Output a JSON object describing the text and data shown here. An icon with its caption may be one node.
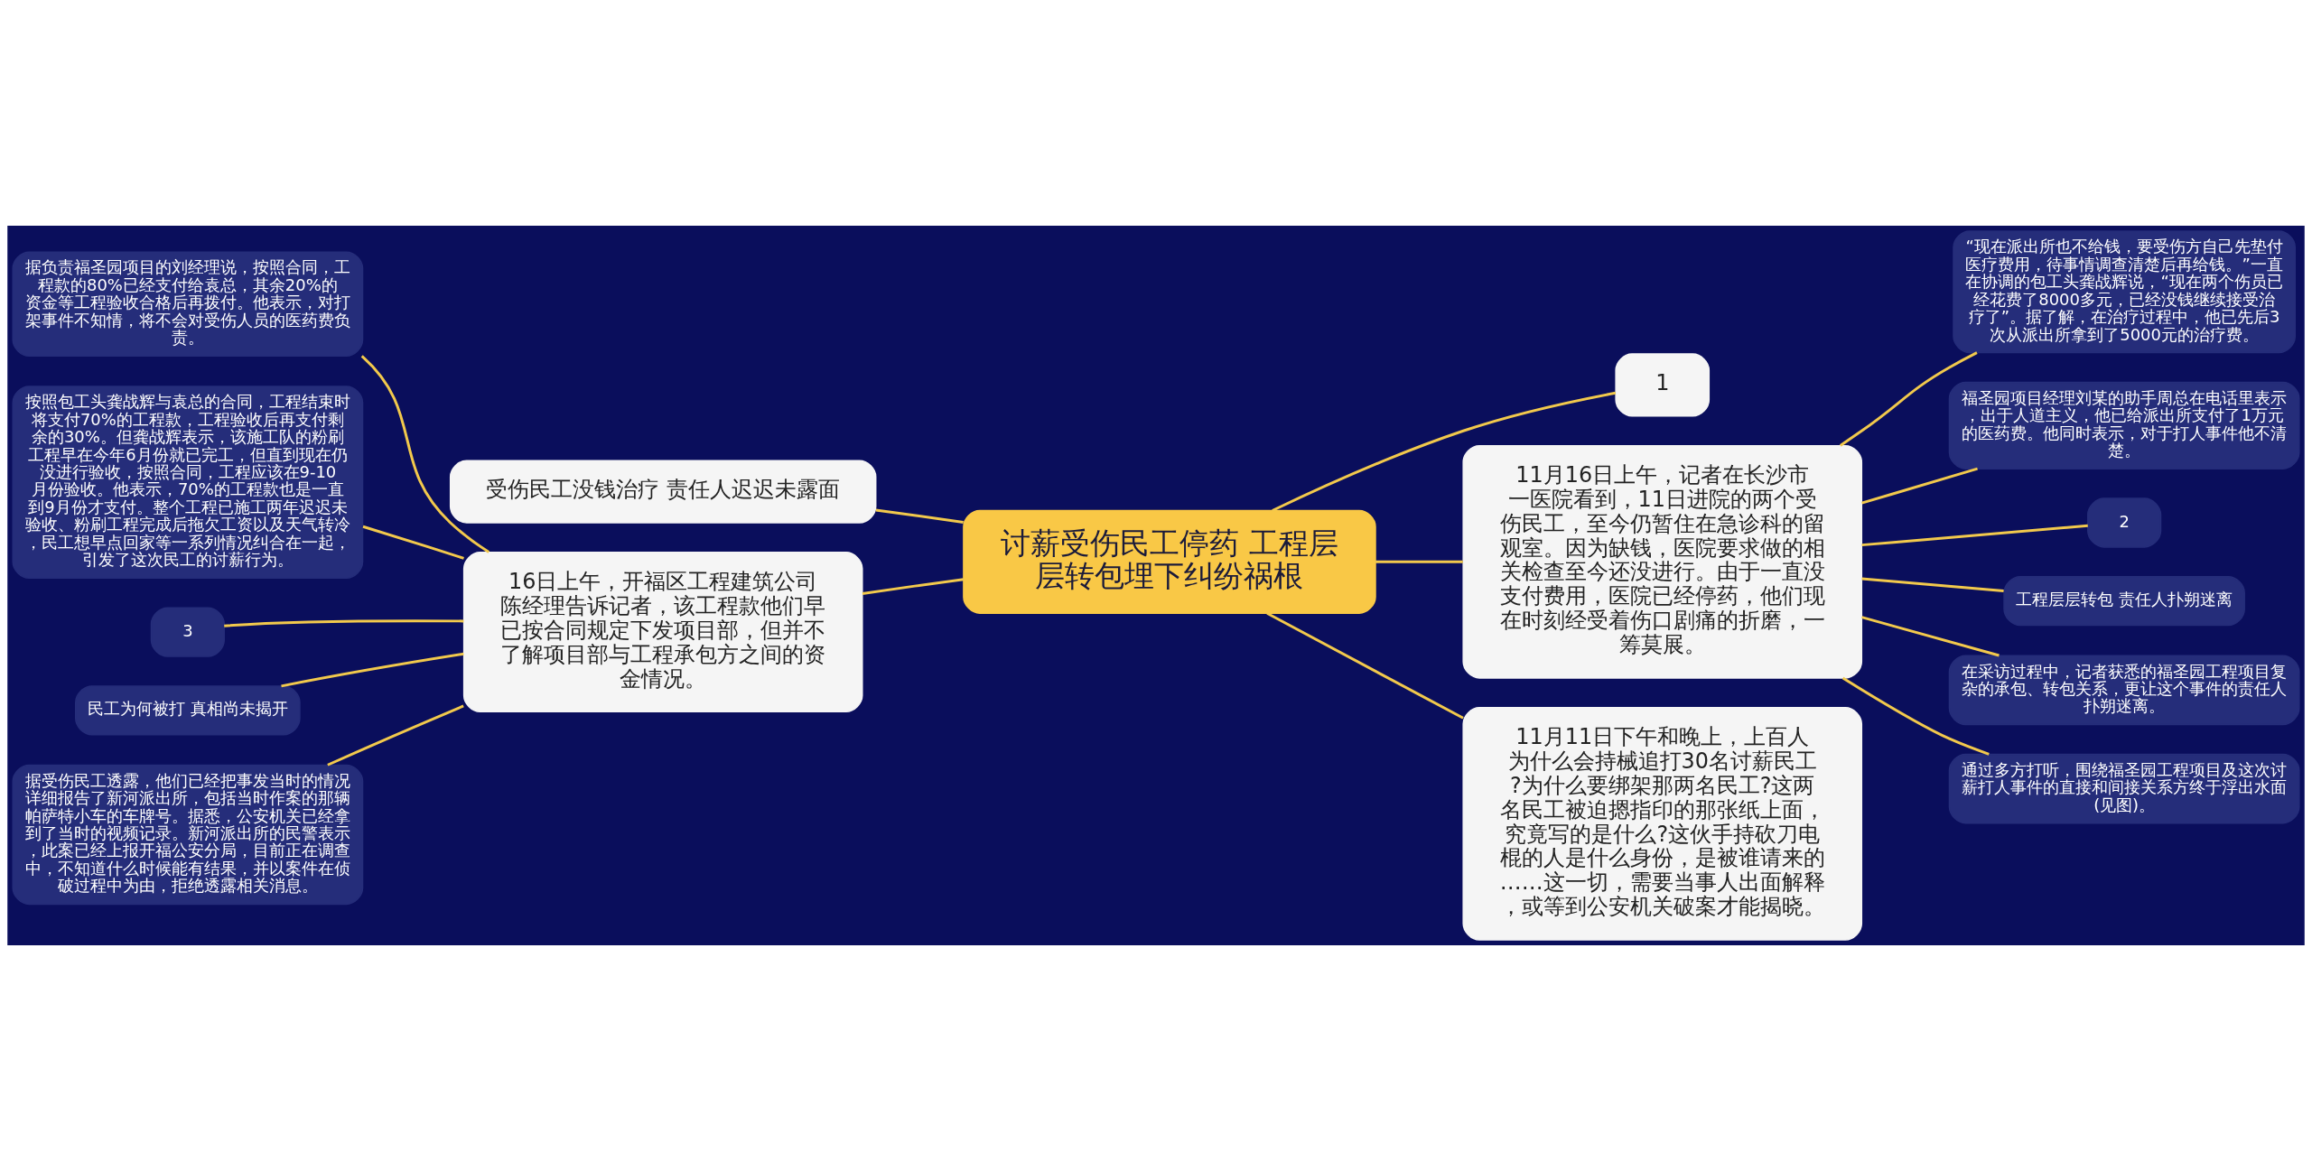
{
  "diagram": {
    "nodes": [
      {
        "text": [
          "讨薪受伤民工停药 工程层层转包埋下纠纷祸根"
        ]
      },
      {
        "text": [
          "1"
        ]
      },
      {
        "text": [
          "受伤民工没钱治疗 责任人迟迟未露面"
        ]
      },
      {
        "text": [
          "11月16日上午，记者在长沙市一医院看到，11日进院的两个受伤民工，至今仍暂住在急诊科的留观室。因为缺钱，医院要求做的相关检查至今还没进行。由于一直没支付费用，医院已经停药，他们现在时刻经受着伤口剧痛的折磨，一筹莫展。"
        ]
      },
      {
        "text": [
          "16日上午，开福区工程建筑公司陈经理告诉记者，该工程款他们早已按合同规定下发项目部，但并不了解项目部与工程承包方之间的资金情况。"
        ]
      },
      {
        "text": [
          "11月11日下午和晚上，上百人为什么会持械追打30名讨薪民工?为什么要绑架那两名民工?这两名民工被迫摁指印的那张纸上面，究竟写的是什么?这伙手持砍刀电棍的人是什么身份，是被谁请来的……这一切，需要当事人出面解释，或等到公安机关破案才能揭晓。"
        ]
      },
      {
        "text": [
          "“现在派出所也不给钱，要受伤方自己先垫付医疗费用，待事情调查清楚后再给钱。”一直在协调的包工头龚战辉说，“现在两个伤员已经花费了8000多元，已经没钱继续接受治疗了”。据了解，在治疗过程中，他已先后3次从派出所拿到了5000元的治疗费。"
        ]
      },
      {
        "text": [
          "福圣园项目经理刘某的助手周总在电话里表示，出于人道主义，他已给派出所支付了1万元的医药费。他同时表示，对于打人事件他不清楚。"
        ]
      },
      {
        "text": [
          "2"
        ]
      },
      {
        "text": [
          "工程层层转包 责任人扑朔迷离"
        ]
      },
      {
        "text": [
          "在采访过程中，记者获悉的福圣园工程项目复杂的承包、转包关系，更让这个事件的责任人扑朔迷离。"
        ]
      },
      {
        "text": [
          "通过多方打听，围绕福圣园工程项目及这次讨薪打人事件的直接和间接关系方终于浮出水面(见图)。"
        ]
      },
      {
        "text": [
          "据负责福圣园项目的刘经理说，按照合同，工程款的80%已经支付给袁总，其余20%的资金等工程验收合格后再拨付。他表示，对打架事件不知情，将不会对受伤人员的医药费负责。"
        ]
      },
      {
        "text": [
          "按照包工头龚战辉与袁总的合同，工程结束时将支付70%的工程款，工程验收后再支付剩余的30%。但龚战辉表示，该施工队的粉刷工程早在今年6月份就已完工，但直到现在仍没进行验收，按照合同，工程应该在9-10月份验收。他表示，70%的工程款也是一直到9月份才支付。整个工程已施工两年迟迟未验收、粉刷工程完成后拖欠工资以及天气转冷，民工想早点回家等一系列情况纠合在一起，引发了这次民工的讨薪行为。"
        ]
      },
      {
        "text": [
          "3"
        ]
      },
      {
        "text": [
          "民工为何被打 真相尚未揭开"
        ]
      },
      {
        "text": [
          "据受伤民工透露，他们已经把事发当时的情况详细报告了新河派出所，包括当时作案的那辆帕萨特小车的车牌号。据悉，公安机关已经拿到了当时的视频记录。新河派出所的民警表示，此案已经上报开福公安分局，目前正在调查中，不知道什么时候能有结果，并以案件在侦破过程中为由，拒绝透露相关消息。"
        ]
      }
    ],
    "edges": [
      {
        "from": 0,
        "to": 1,
        "arrow": "none"
      },
      {
        "from": 0,
        "to": 2,
        "arrow": "none"
      },
      {
        "from": 0,
        "to": 3,
        "arrow": "none"
      },
      {
        "from": 0,
        "to": 4,
        "arrow": "none"
      },
      {
        "from": 0,
        "to": 5,
        "arrow": "none"
      },
      {
        "from": 3,
        "to": 6,
        "arrow": "none"
      },
      {
        "from": 3,
        "to": 7,
        "arrow": "none"
      },
      {
        "from": 3,
        "to": 8,
        "arrow": "none"
      },
      {
        "from": 3,
        "to": 9,
        "arrow": "none"
      },
      {
        "from": 3,
        "to": 10,
        "arrow": "none"
      },
      {
        "from": 3,
        "to": 11,
        "arrow": "none"
      },
      {
        "from": 4,
        "to": 12,
        "arrow": "none"
      },
      {
        "from": 4,
        "to": 13,
        "arrow": "none"
      },
      {
        "from": 4,
        "to": 14,
        "arrow": "none"
      },
      {
        "from": 4,
        "to": 15,
        "arrow": "none"
      },
      {
        "from": 4,
        "to": 16,
        "arrow": "none"
      }
    ]
  }
}
